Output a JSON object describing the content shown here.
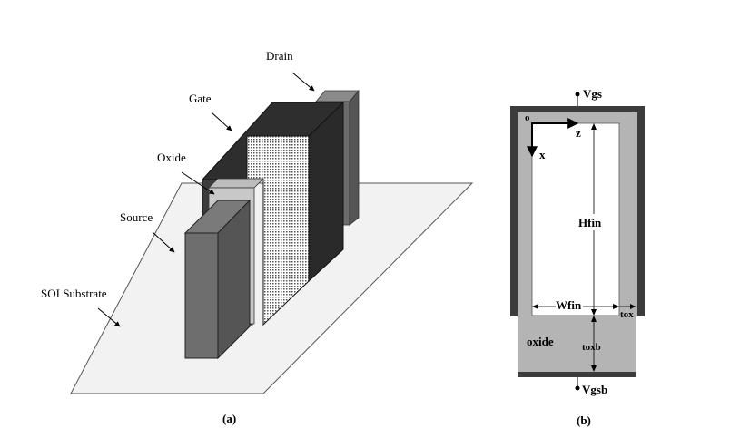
{
  "figure_a": {
    "caption": "(a)",
    "labels": {
      "drain": "Drain",
      "gate": "Gate",
      "oxide": "Oxide",
      "source": "Source",
      "substrate": "SOI Substrate"
    }
  },
  "figure_b": {
    "caption": "(b)",
    "labels": {
      "vgs": "Vgs",
      "vgsb": "Vgsb",
      "origin": "o",
      "z_axis": "z",
      "x_axis": "x",
      "hfin": "Hfin",
      "wfin": "Wfin",
      "tox": "tox",
      "toxb": "toxb",
      "oxide": "oxide"
    }
  },
  "colors": {
    "gate_dark": "#3a3a3a",
    "gate_side": "#2a2a2a",
    "source_face": "#6e6e6e",
    "drain_face": "#777777",
    "oxide_light": "#c8c8c8",
    "substrate": "#f2f2f2",
    "cross_oxide": "#b4b4b4",
    "cross_metal": "#3c3c3c"
  }
}
